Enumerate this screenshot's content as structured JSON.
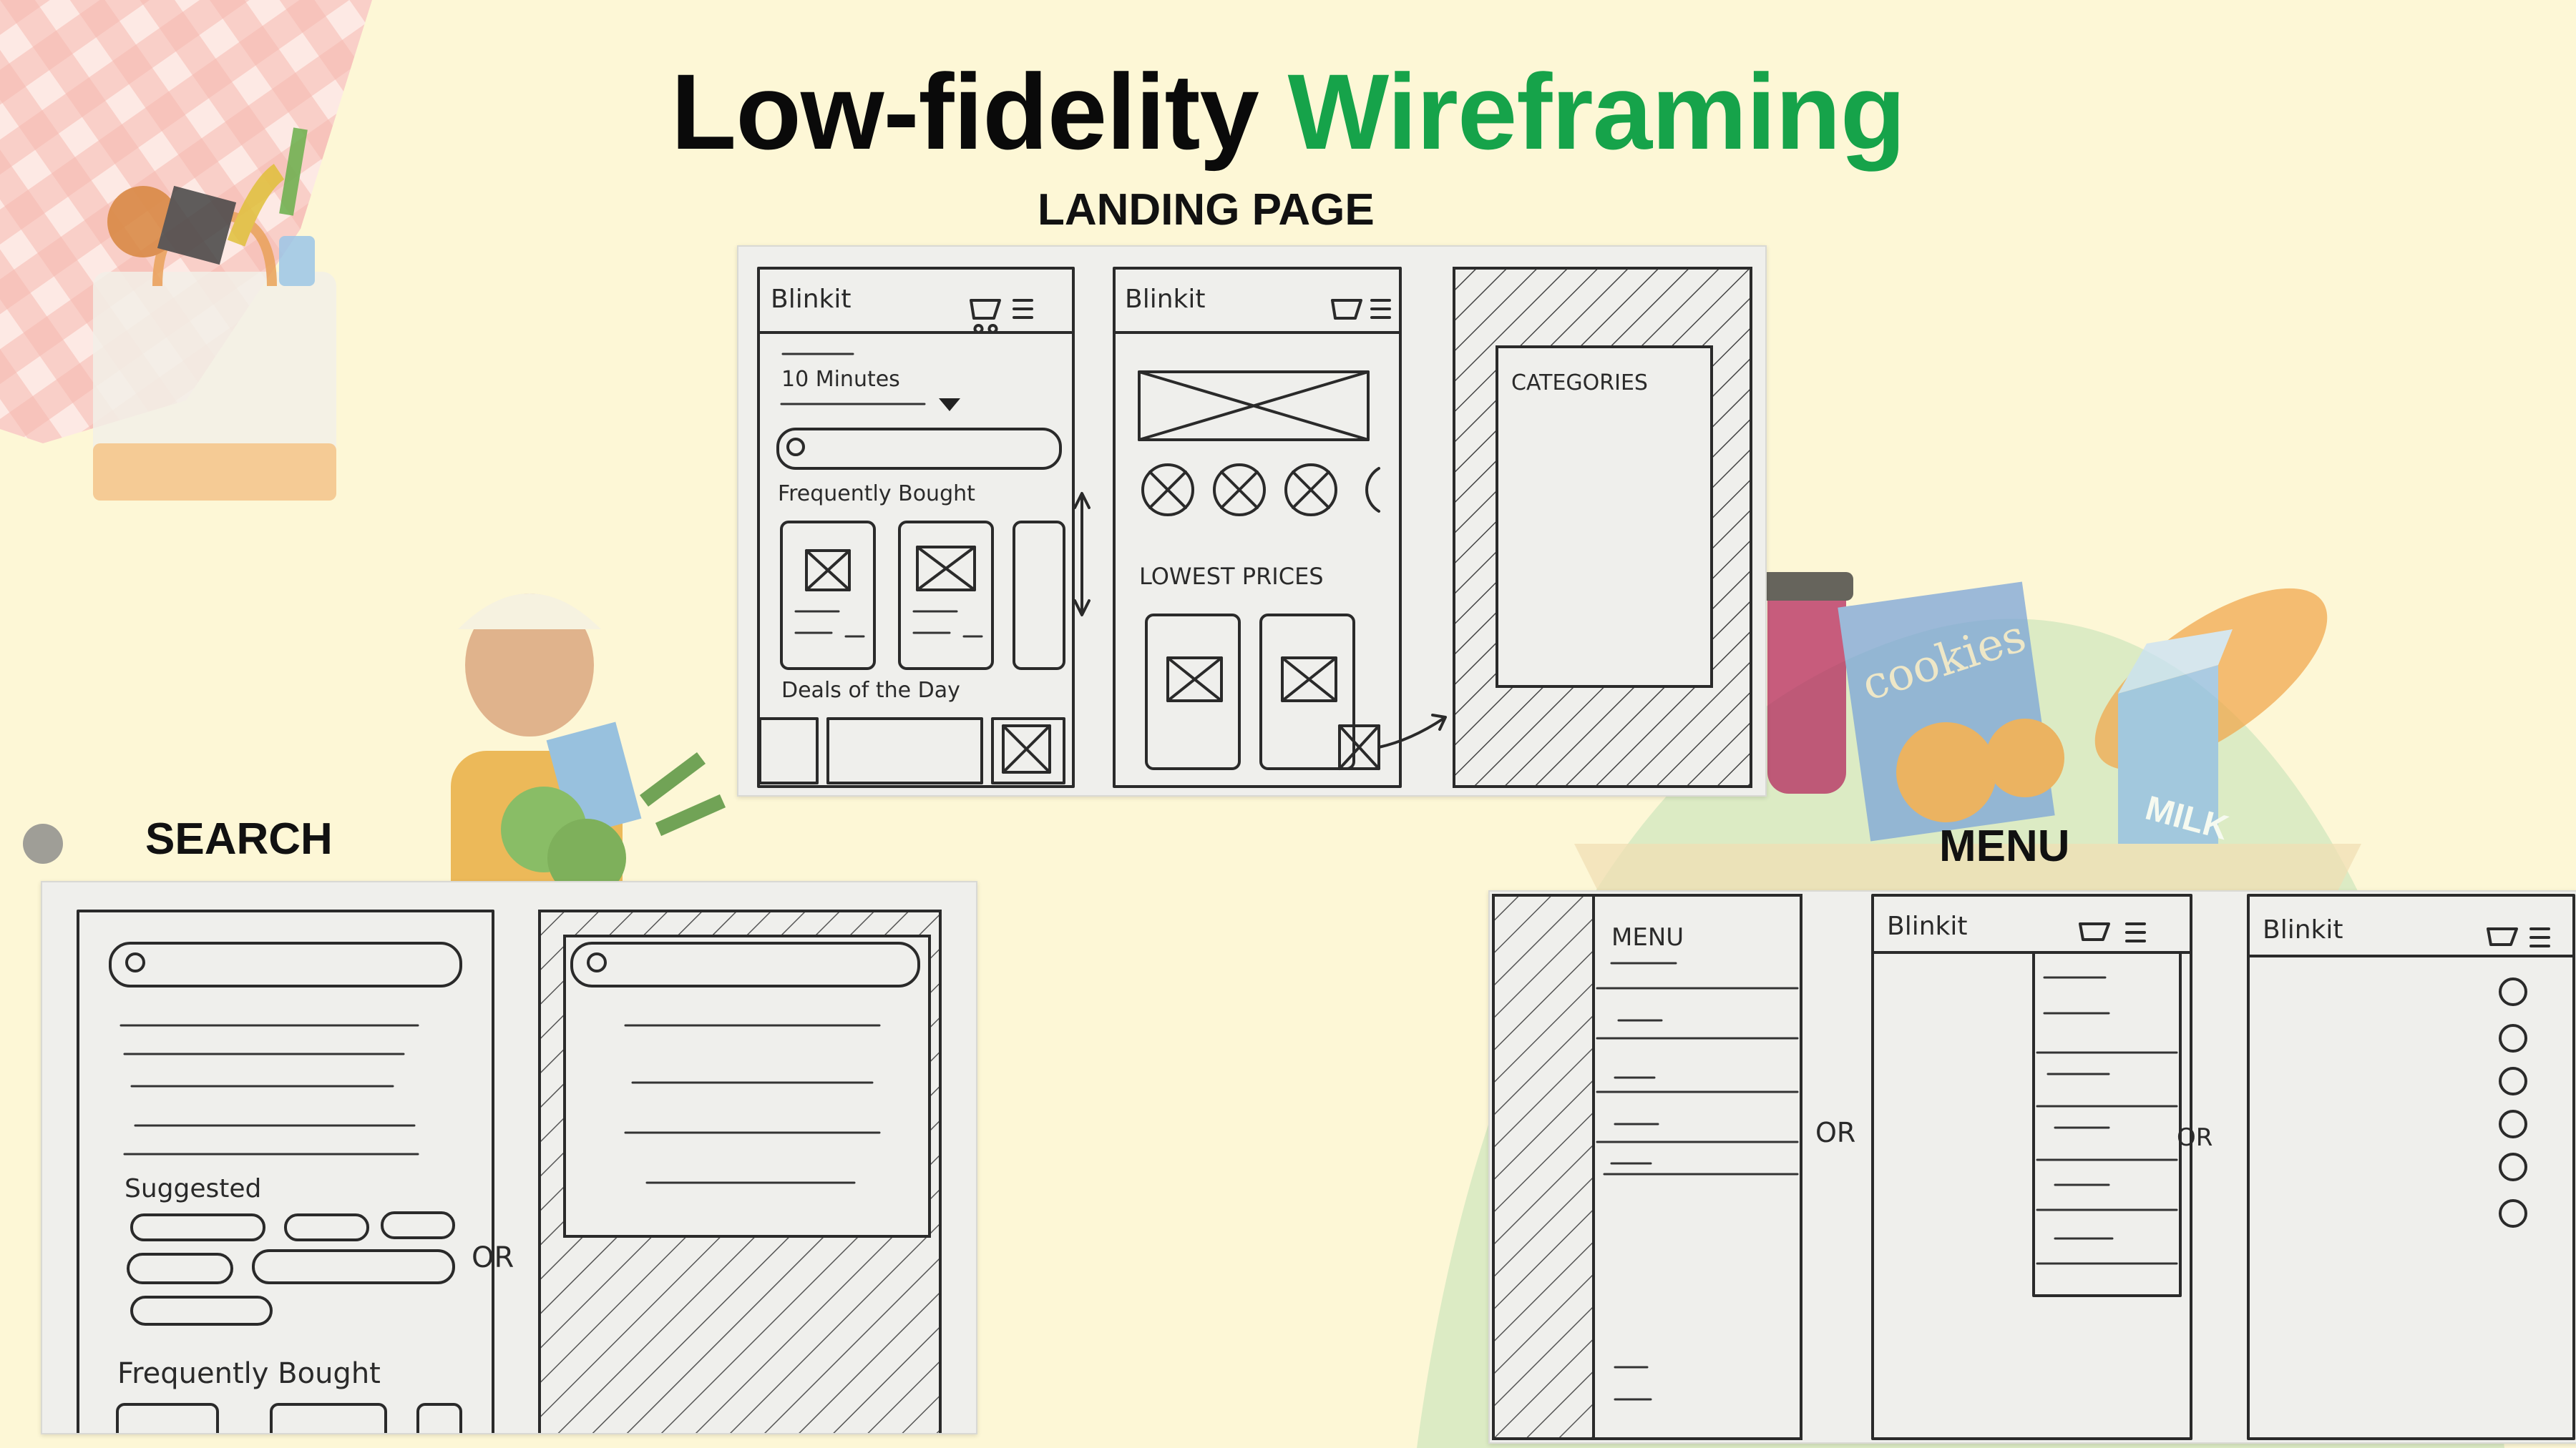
{
  "title": {
    "part1": "Low-fidelity",
    "part2": "Wireframing",
    "part2_color": "#16a34a"
  },
  "sections": {
    "landing": {
      "label": "LANDING PAGE"
    },
    "search": {
      "label": "SEARCH"
    },
    "menu": {
      "label": "MENU"
    }
  },
  "sketch_text": {
    "brand_a": "Blinkit",
    "brand_b": "Blinkit",
    "ten_minutes": "10 Minutes",
    "frequently_bought": "Frequently Bought",
    "deals_of_the_day": "Deals of the Day",
    "lowest_prices": "LOWEST PRICES",
    "categories": "CATEGORIES",
    "suggested": "Suggested",
    "frequently_bought_2": "Frequently Bought",
    "or": "OR",
    "menu": "MENU",
    "cookies": "cookies",
    "milk": "MILK"
  },
  "colors": {
    "background": "#fdf7d6",
    "accent_green": "#16a34a",
    "blob_green": "#dcebc4"
  }
}
